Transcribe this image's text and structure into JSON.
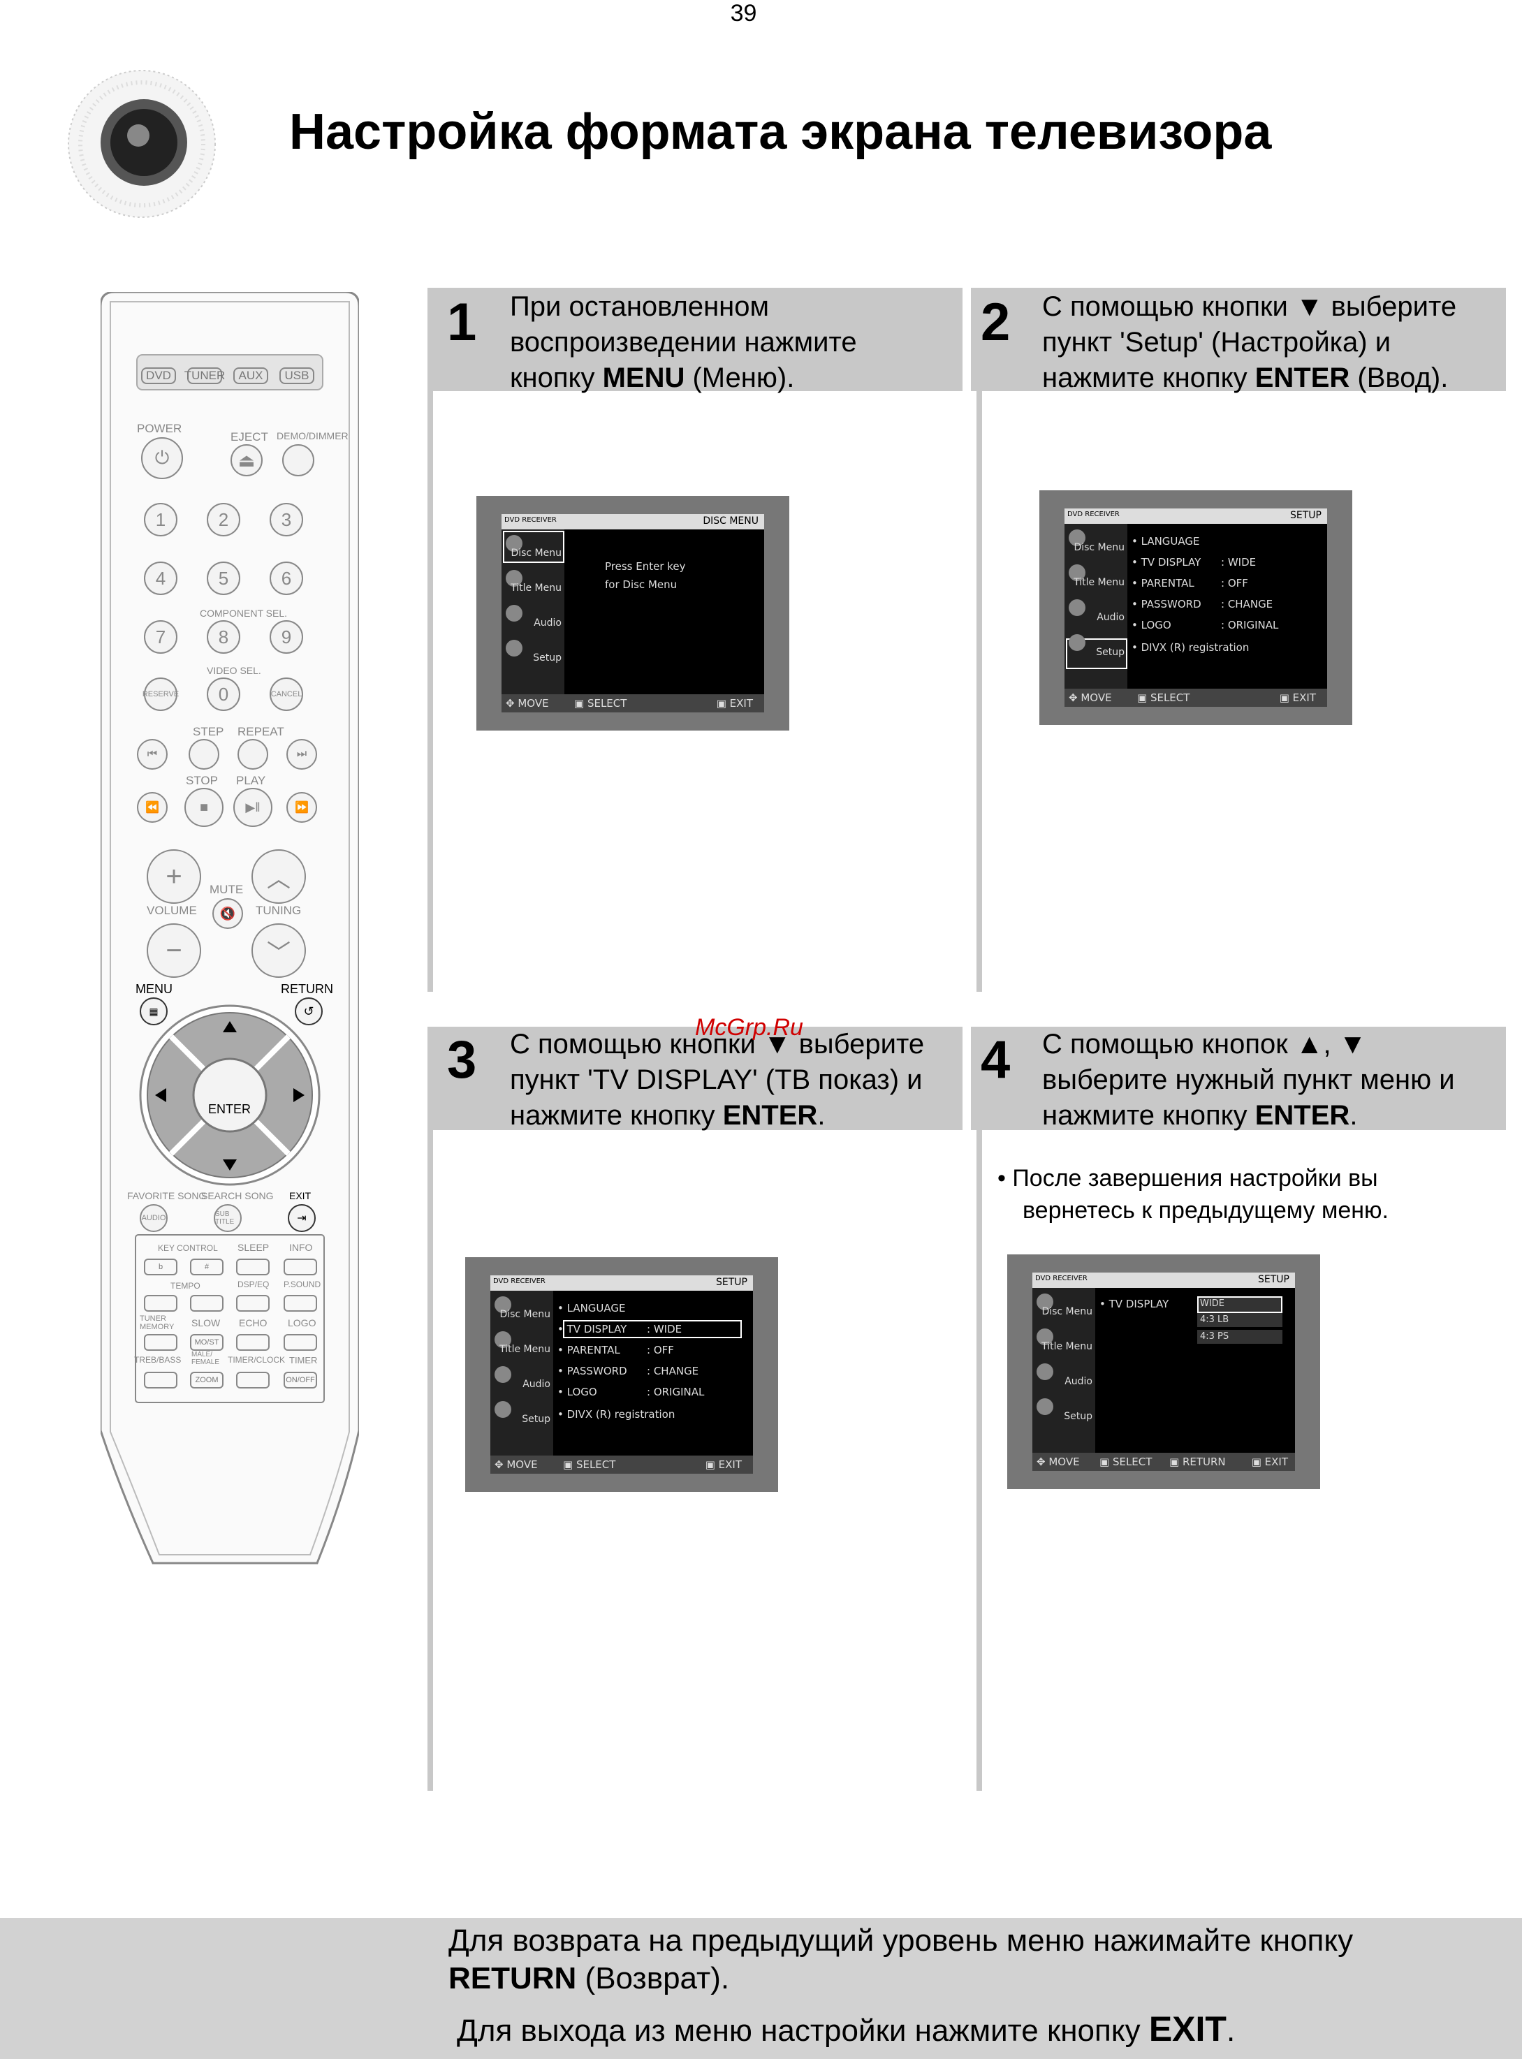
{
  "page_number": "39",
  "title": "Настройка формата экрана телевизора",
  "watermark": "McGrp.Ru",
  "remote": {
    "sources": [
      "DVD",
      "TUNER",
      "AUX",
      "USB"
    ],
    "power": "POWER",
    "eject": "EJECT",
    "demo_dimmer": "DEMO/DIMMER",
    "digits": [
      "1",
      "2",
      "3",
      "4",
      "5",
      "6",
      "7",
      "8",
      "9",
      "0"
    ],
    "component_sel": "COMPONENT SEL.",
    "video_sel": "VIDEO SEL.",
    "reserve": "RESERVE",
    "cancel": "CANCEL",
    "step": "STEP",
    "repeat": "REPEAT",
    "stop": "STOP",
    "play": "PLAY",
    "mute": "MUTE",
    "volume": "VOLUME",
    "tuning": "TUNING",
    "menu": "MENU",
    "return": "RETURN",
    "enter": "ENTER",
    "favorite_song": "FAVORITE SONG",
    "search_song": "SEARCH SONG",
    "exit": "EXIT",
    "audio": "AUDIO",
    "sub_title": "SUB TITLE",
    "key_control": "KEY CONTROL",
    "sleep": "SLEEP",
    "info": "INFO",
    "tempo": "TEMPO",
    "dsp_eq": "DSP/EQ",
    "p_sound": "P.SOUND",
    "tuner_memory": "TUNER MEMORY",
    "slow": "SLOW",
    "echo": "ECHO",
    "logo": "LOGO",
    "mo_st": "MO/ST",
    "treb_bass": "TREB/BASS",
    "male_female": "MALE/ FEMALE",
    "timer_clock": "TIMER/CLOCK",
    "timer": "TIMER",
    "zoom": "ZOOM",
    "on_off": "ON/OFF",
    "flat": "b",
    "sharp": "#"
  },
  "steps": [
    {
      "num": "1",
      "lines": [
        "При остановленном",
        "воспроизведении нажмите",
        "кнопку "
      ],
      "bold": "MENU",
      "tail": " (Меню)."
    },
    {
      "num": "2",
      "lines": [
        "С помощью кнопки ▼ выберите",
        "пункт 'Setup' (Настройка) и",
        "нажмите кнопку "
      ],
      "bold": "ENTER",
      "tail": " (Ввод)."
    },
    {
      "num": "3",
      "lines": [
        "С помощью кнопки ▼ выберите",
        "пункт 'TV DISPLAY' (ТВ показ) и",
        "нажмите кнопку "
      ],
      "bold": "ENTER",
      "tail": "."
    },
    {
      "num": "4",
      "lines": [
        "С помощью кнопок ▲, ▼",
        "выберите нужный пункт меню и",
        "нажмите кнопку "
      ],
      "bold": "ENTER",
      "tail": "."
    }
  ],
  "step4_note": [
    "После завершения настройки вы",
    "вернетесь к предыдущему меню."
  ],
  "screen": {
    "receiver": "DVD RECEIVER",
    "disc_menu_title": "DISC MENU",
    "setup_title": "SETUP",
    "side": [
      "Disc Menu",
      "Title Menu",
      "Audio",
      "Setup"
    ],
    "press_enter": [
      "Press Enter key",
      "for Disc Menu"
    ],
    "move": "MOVE",
    "select": "SELECT",
    "return": "RETURN",
    "exit": "EXIT",
    "setup_items": [
      {
        "label": "LANGUAGE",
        "value": ""
      },
      {
        "label": "TV DISPLAY",
        "value": "WIDE"
      },
      {
        "label": "PARENTAL",
        "value": "OFF"
      },
      {
        "label": "PASSWORD",
        "value": "CHANGE"
      },
      {
        "label": "LOGO",
        "value": "ORIGINAL"
      },
      {
        "label": "DIVX (R) registration",
        "value": ""
      }
    ],
    "tv_display_label": "TV DISPLAY",
    "tv_options": [
      "WIDE",
      "4:3 LB",
      "4:3 PS"
    ]
  },
  "footer": {
    "line1": "Для возврата на предыдущий уровень меню нажимайте кнопку",
    "line2_bold": "RETURN",
    "line2_tail": " (Возврат).",
    "line3": "Для выхода из меню настройки нажмите кнопку ",
    "line3_bold": "EXIT",
    "line3_tail": "."
  }
}
